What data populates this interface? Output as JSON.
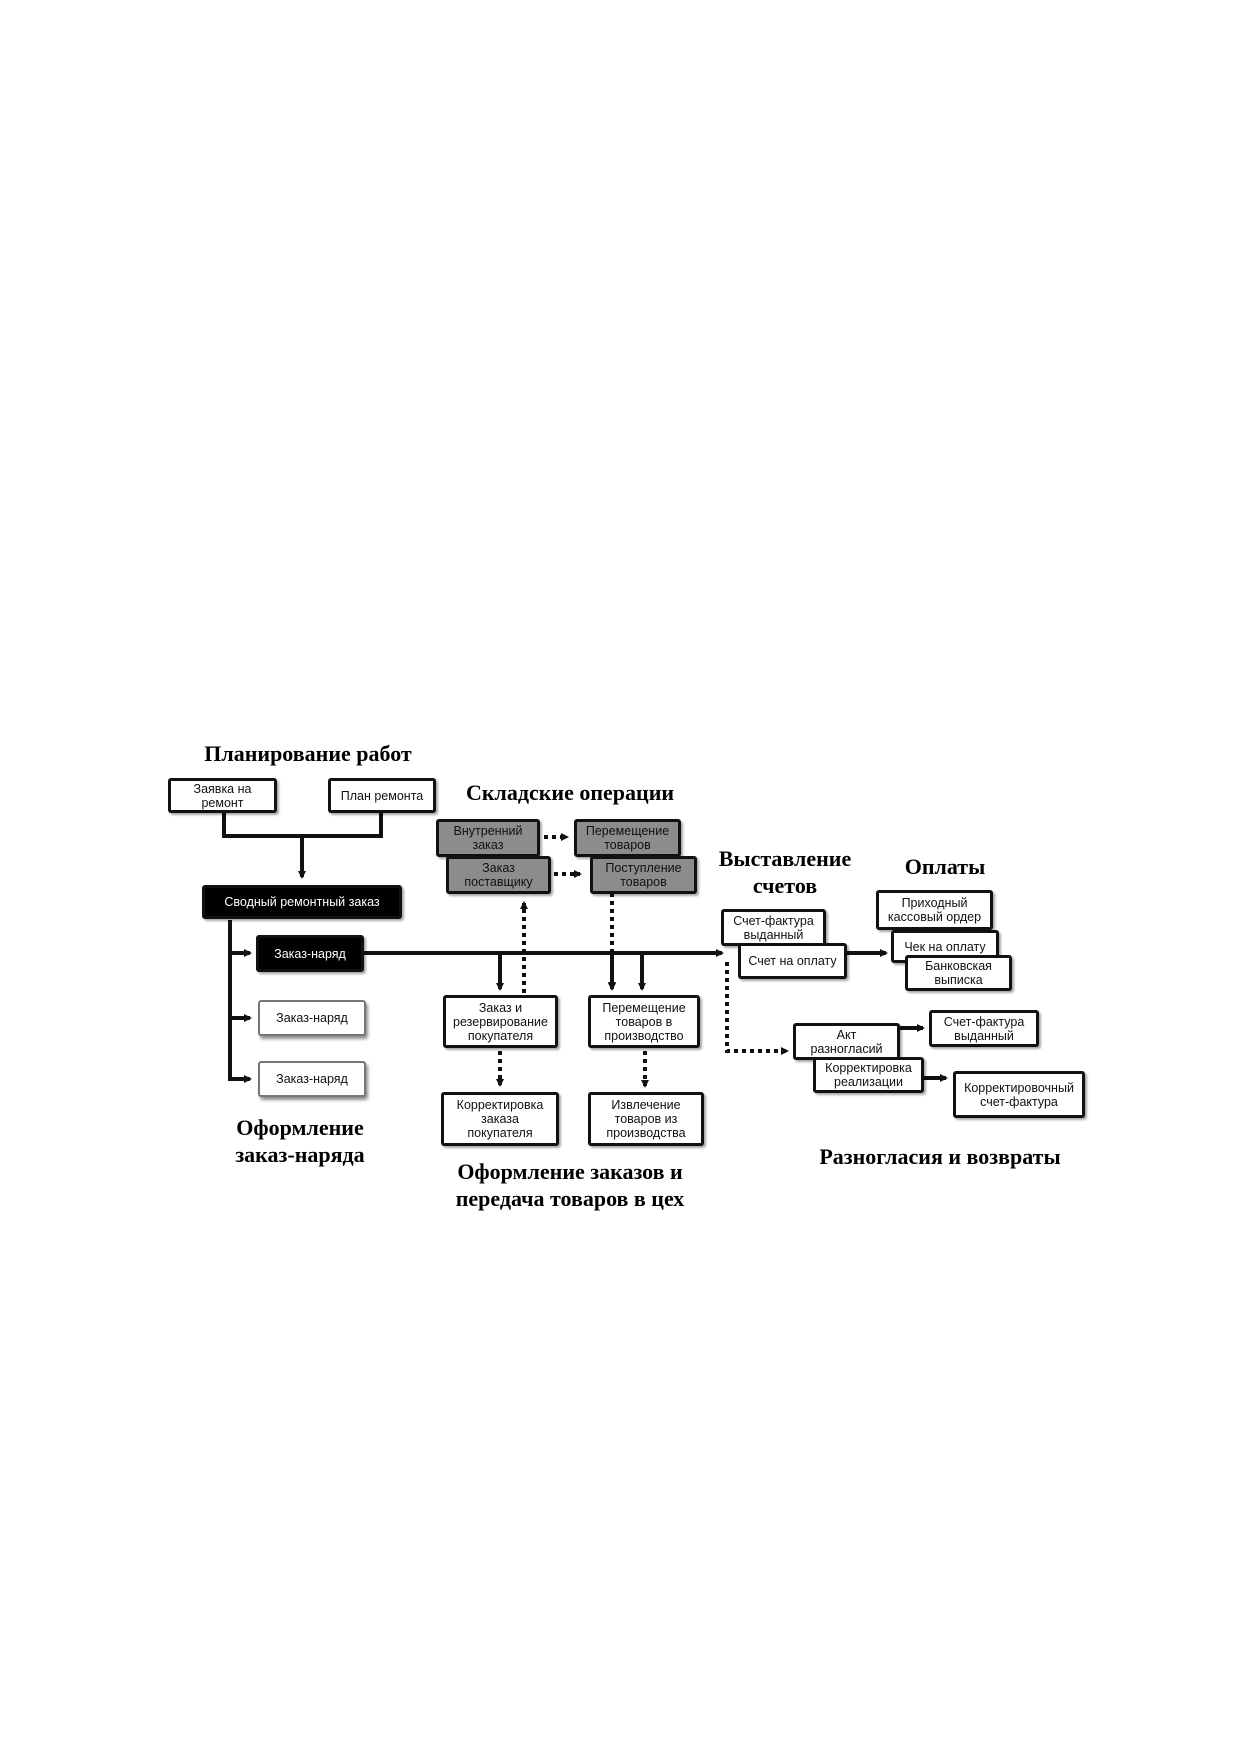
{
  "sections": {
    "planning": "Планирование работ",
    "warehouse": "Складские операции",
    "invoicing_line1": "Выставление",
    "invoicing_line2": "счетов",
    "payments": "Оплаты",
    "workorder_line1": "Оформление",
    "workorder_line2": "заказ-наряда",
    "orders_line1": "Оформление заказов и",
    "orders_line2": "передача товаров в цех",
    "disputes": "Разногласия и возвраты"
  },
  "boxes": {
    "repair_request": "Заявка на ремонт",
    "repair_plan": "План ремонта",
    "summary_repair_order": "Сводный ремонтный заказ",
    "work_order_1": "Заказ-наряд",
    "work_order_2": "Заказ-наряд",
    "work_order_3": "Заказ-наряд",
    "internal_order": "Внутренний заказ",
    "goods_transfer": "Перемещение товаров",
    "supplier_order": "Заказ поставщику",
    "goods_receipt": "Поступление товаров",
    "customer_order_reserve": "Заказ и резервирование покупателя",
    "transfer_to_production": "Перемещение товаров в производство",
    "customer_order_correction": "Корректировка заказа покупателя",
    "extraction_from_production": "Извлечение товаров из производства",
    "invoice_issued": "Счет-фактура выданный",
    "payment_invoice": "Счет на оплату",
    "cash_receipt_order": "Приходный кассовый ордер",
    "payment_check": "Чек на оплату",
    "bank_statement": "Банковская выписка",
    "disagreement_act": "Акт разногласий",
    "sales_correction": "Корректировка реализации",
    "invoice_issued_2": "Счет-фактура выданный",
    "correction_invoice": "Корректировочный счет-фактура"
  }
}
